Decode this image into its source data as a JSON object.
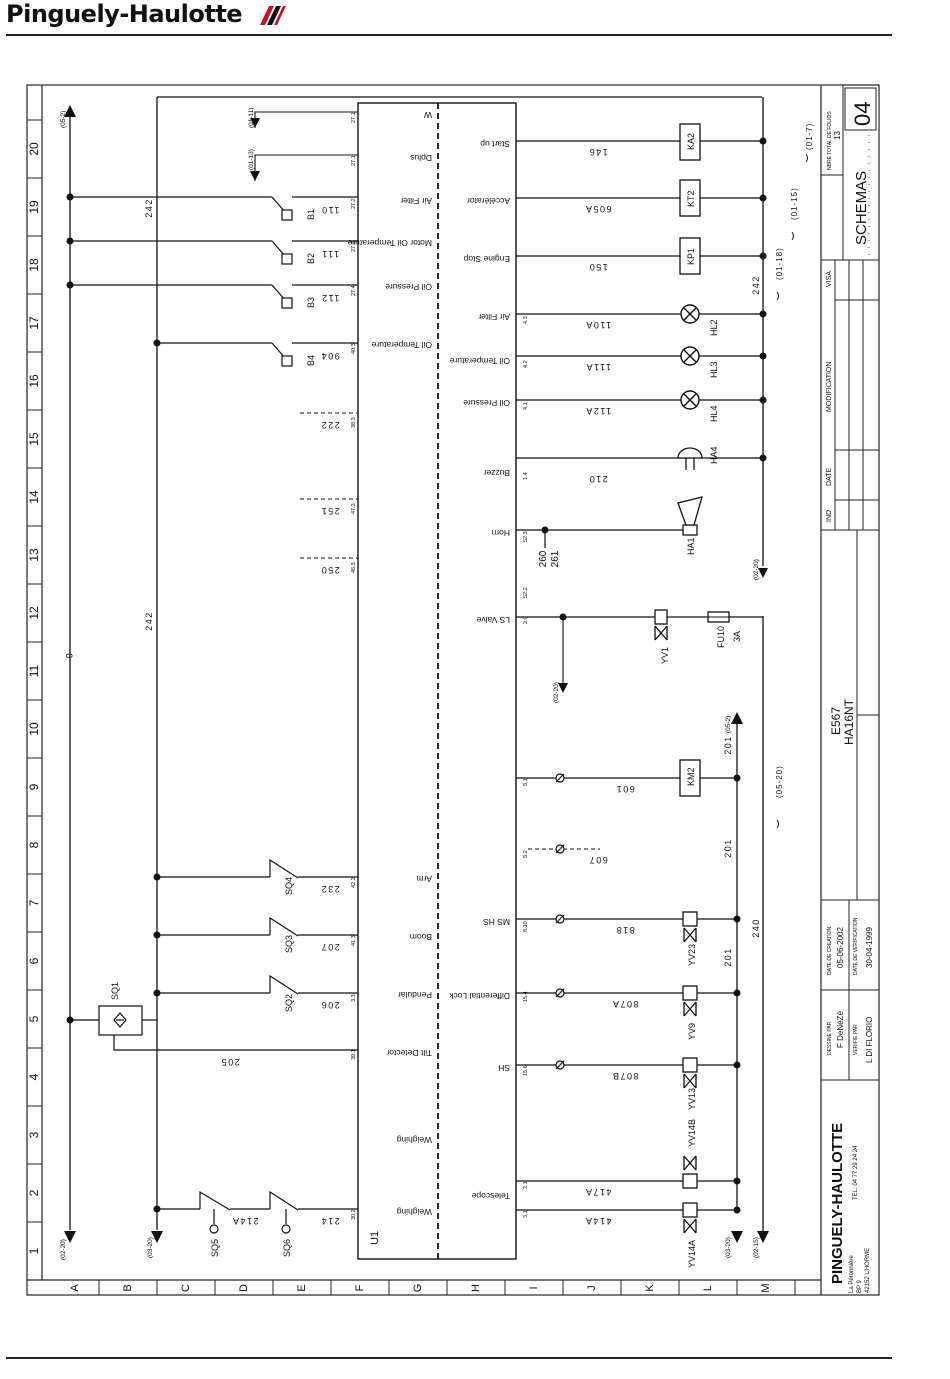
{
  "header": {
    "brand": "Pinguely-Haulotte"
  },
  "frame": {
    "row_numbers": [
      "1",
      "2",
      "3",
      "4",
      "5",
      "6",
      "7",
      "8",
      "9",
      "10",
      "11",
      "12",
      "13",
      "14",
      "15",
      "16",
      "17",
      "18",
      "19",
      "20"
    ],
    "column_letters": [
      "A",
      "B",
      "C",
      "D",
      "E",
      "F",
      "G",
      "H",
      "I",
      "J",
      "K",
      "L",
      "M"
    ]
  },
  "controller": {
    "label": "U1"
  },
  "ecu_inputs": [
    "W",
    "Dplus",
    "Air Filter",
    "Motor Oil Temperature",
    "Oil Pressure",
    "Oil Temperature",
    "Arm",
    "Boom",
    "Pendular",
    "Tilt Detector",
    "Weighing",
    "Weighing"
  ],
  "ecu_outputs": [
    "Start up",
    "Accélérator",
    "Engine Stop",
    "Air Filter",
    "Oil Temperature",
    "Oil Pressure",
    "Buzzer",
    "Horn",
    "LS Valve",
    "MS HS",
    "Differential Lock",
    "SH",
    "Telescope"
  ],
  "pins": [
    "27.1",
    "27.1",
    "27.2",
    "27.3",
    "27.4",
    "40.3",
    "38.3",
    "47.3",
    "46.3",
    "42.2",
    "41.3",
    "3.3",
    "39.1",
    "30.2",
    "4.3",
    "4.2",
    "4.1",
    "1.4",
    "52.3",
    "52.2",
    "2.0",
    "8.1",
    "8.2",
    "8.10",
    "15.4",
    "15.6",
    "2.1",
    "3.1"
  ],
  "components": {
    "sensors": [
      "B1",
      "B2",
      "B3",
      "B4"
    ],
    "switches": [
      "SQ1",
      "SQ2",
      "SQ3",
      "SQ4",
      "SQ5",
      "SQ6"
    ],
    "relays": [
      "KA2",
      "KT2",
      "KP1",
      "KM2"
    ],
    "lamps": [
      "HL2",
      "HL3",
      "HL4"
    ],
    "buzzer": "HA4",
    "horn": "HA1",
    "valves": [
      "YV1",
      "YV23",
      "YV9",
      "YV13",
      "YV14B",
      "YV14A"
    ],
    "fuse": {
      "name": "FU10",
      "rating": "3A"
    }
  },
  "wires": [
    "242",
    "242",
    "0",
    "110",
    "111",
    "112",
    "904",
    "222",
    "251",
    "250",
    "232",
    "207",
    "206",
    "205",
    "214A",
    "214",
    "146",
    "605A",
    "150",
    "110A",
    "111A",
    "112A",
    "210",
    "260",
    "261",
    "601",
    "607",
    "818",
    "807A",
    "807B",
    "417A",
    "414A",
    "201",
    "201",
    "201",
    "240",
    "242"
  ],
  "refs": [
    "(05-2)",
    "(01-11)",
    "(01-13)",
    "(01-7)",
    "(01-15)",
    "(01-18)",
    "(02-20)",
    "(02-20)",
    "(05-2)",
    "(05-20)",
    "(02-20)",
    "(03-20)",
    "(03-20)",
    "(02-15)"
  ],
  "title_block": {
    "folio_total_label": "NBRE TOTAL DE FOLIOS",
    "folio_total": "13",
    "folio": "04",
    "section": "SCHEMAS",
    "revision_headers": [
      "VISA",
      "MODIFICATION",
      "DATE",
      "IND"
    ],
    "drawing_code": "E567",
    "model": "HA16NT",
    "creation_date_label": "DATE DE CREATION",
    "creation_date": "05-06-2002",
    "check_date_label": "DATE DE VERIFICATION",
    "check_date": "30-04-1999",
    "drawn_by_label": "DESSINE PAR",
    "drawn_by": "F DeNéZé",
    "checked_by_label": "VERIFIE PAR",
    "checked_by": "L DI FLORIO",
    "company": "PINGUELY-HAULOTTE",
    "address": [
      "La Péronnière",
      "BP 9",
      "42152 L'HORME"
    ],
    "phone": "TEL. 04 77 29 24 24"
  }
}
